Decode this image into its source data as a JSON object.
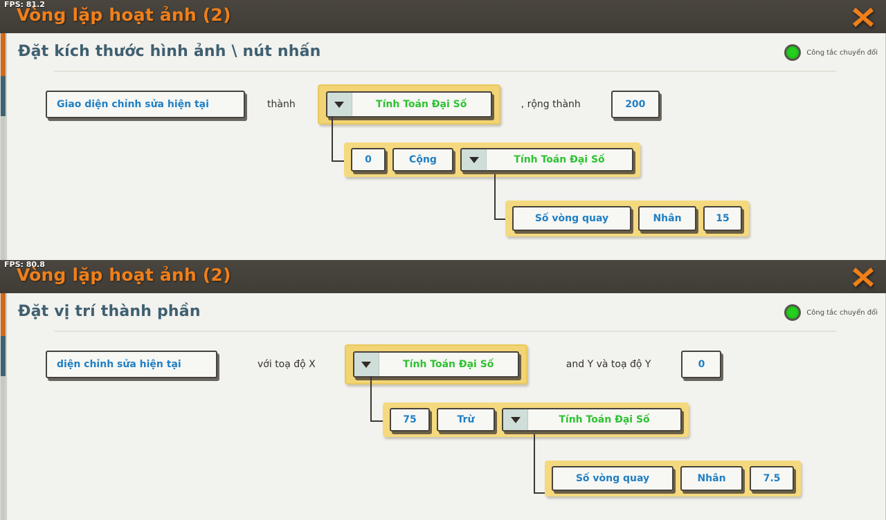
{
  "panels": [
    {
      "fps": "FPS: 81.2",
      "title": "Vòng lặp hoạt ảnh (2)",
      "close_icon": "close-x-icon",
      "section_title": "Đặt kích thước hình ảnh \\ nút nhấn",
      "toggle": {
        "label": "Công tắc chuyển đổi",
        "color": "#23d11d",
        "state": "on"
      },
      "row1": {
        "target_field": "Giao diện chỉnh sửa hiện tại",
        "label_after_target": "thành",
        "dropdown": "Tính Toán Đại Số",
        "label_mid": ", rộng thành",
        "width_value": "200"
      },
      "row2": {
        "operand_a": "0",
        "operator": "Cộng",
        "dropdown": "Tính Toán Đại Số"
      },
      "row3": {
        "operand_a": "Số vòng quay",
        "operator": "Nhân",
        "operand_b": "15"
      }
    },
    {
      "fps": "FPS: 80.8",
      "title": "Vòng lặp hoạt ảnh (2)",
      "close_icon": "close-x-icon",
      "section_title": "Đặt vị trí thành phần",
      "toggle": {
        "label": "Công tắc chuyển đổi",
        "color": "#23d11d",
        "state": "on"
      },
      "row1": {
        "target_field": "diện chỉnh sửa hiện tại",
        "label_after_target": "với toạ độ X",
        "dropdown": "Tính Toán Đại Số",
        "label_mid": "and Y và toạ độ Y",
        "width_value": "0"
      },
      "row2": {
        "operand_a": "75",
        "operator": "Trừ",
        "dropdown": "Tính Toán Đại Số"
      },
      "row3": {
        "operand_a": "Số vòng quay",
        "operator": "Nhân",
        "operand_b": "7.5"
      }
    }
  ],
  "colors": {
    "titlebar": "#46423c",
    "title_text": "#f07f1a",
    "close": "#f07f1a",
    "section_title": "#3f6070",
    "field_text": "#1f7fc4",
    "dropdown_text": "#2ec231",
    "expr_block": "#f5d97f",
    "led_on": "#23d11d",
    "background": "#f2f2ef"
  }
}
